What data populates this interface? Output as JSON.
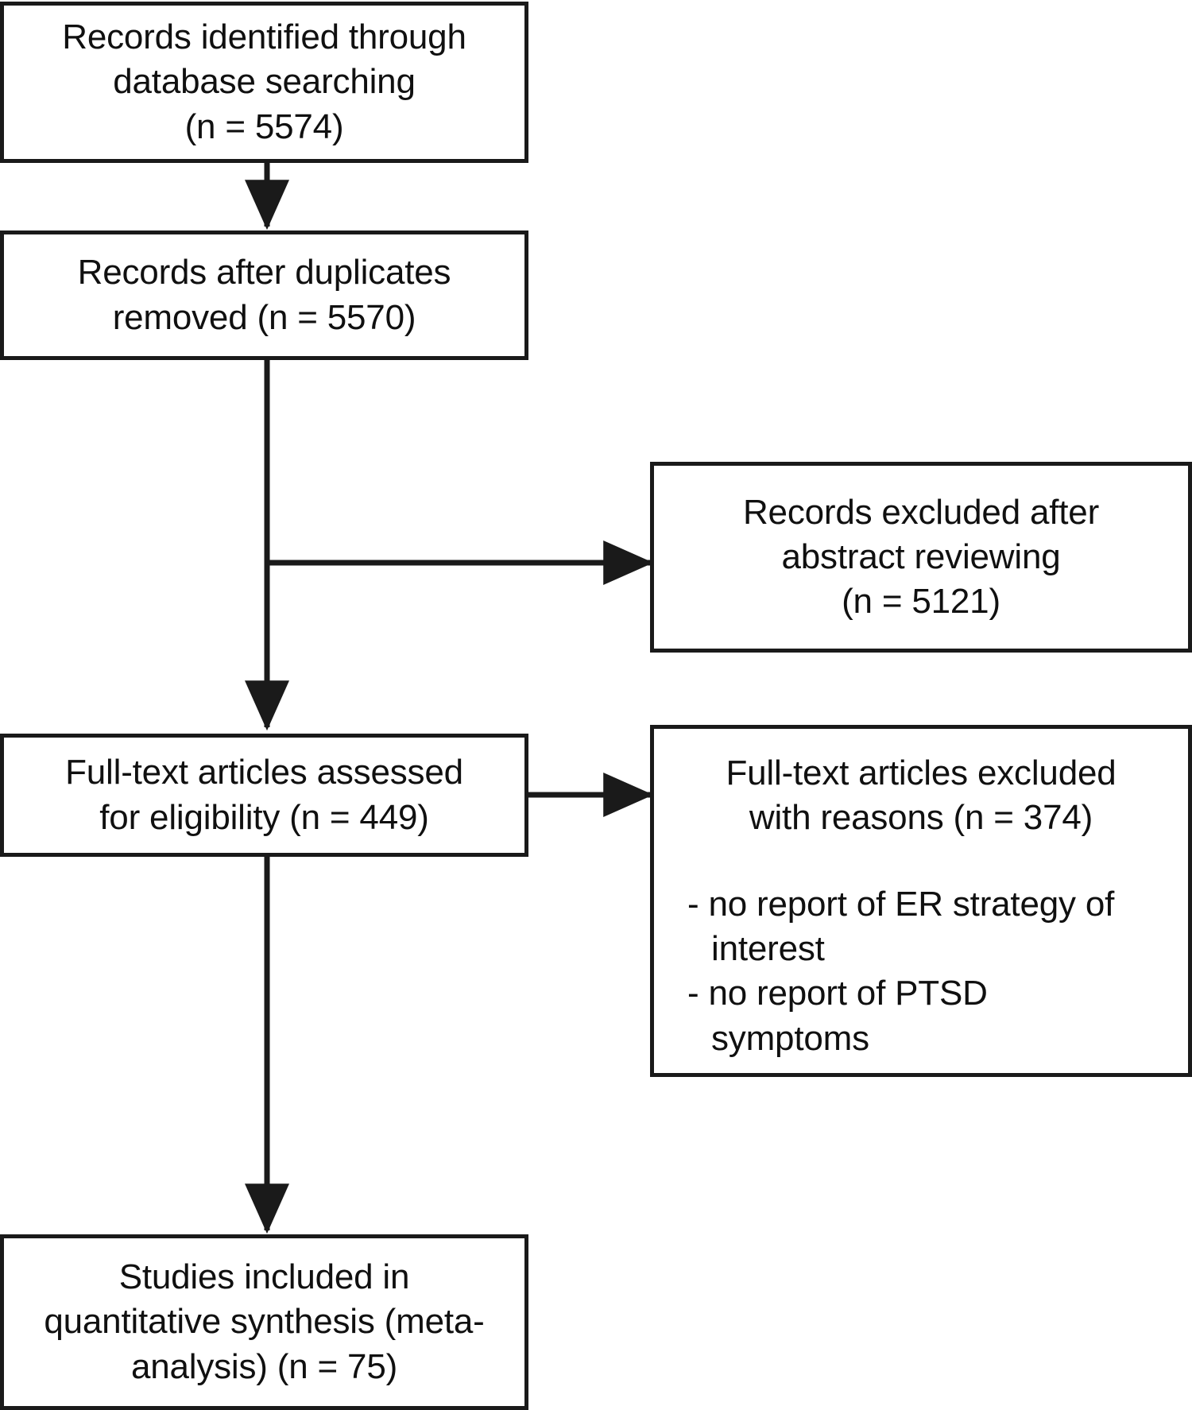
{
  "diagram": {
    "type": "prisma-flow-diagram",
    "colors": {
      "stroke": "#1a1a1a",
      "text": "#101010",
      "background": "#ffffff"
    },
    "nodes": {
      "identified": {
        "id": "records-identified",
        "lines": [
          "Records identified through",
          "database searching",
          "(n = 5574)"
        ],
        "count": 5574
      },
      "after_duplicates": {
        "id": "records-after-duplicates",
        "lines": [
          "Records after duplicates",
          "removed (n = 5570)"
        ],
        "count": 5570
      },
      "excluded_abstract": {
        "id": "records-excluded-abstract",
        "lines": [
          "Records excluded after",
          "abstract reviewing",
          "(n = 5121)"
        ],
        "count": 5121
      },
      "eligibility": {
        "id": "full-text-assessed",
        "lines": [
          "Full-text articles assessed",
          "for eligibility (n = 449)"
        ],
        "count": 449
      },
      "excluded_fulltext": {
        "id": "full-text-excluded",
        "heading": [
          "Full-text articles excluded",
          "with reasons (n = 374)"
        ],
        "count": 374,
        "reasons": [
          [
            "- no report of ER strategy of",
            "interest"
          ],
          [
            "- no report of PTSD",
            "symptoms"
          ]
        ]
      },
      "included": {
        "id": "studies-included",
        "lines": [
          "Studies included in",
          "quantitative synthesis (meta-",
          "analysis) (n = 75)"
        ],
        "count": 75
      }
    },
    "edges": [
      {
        "name": "identified-to-duplicates",
        "kind": "arrow-down"
      },
      {
        "name": "duplicates-to-excluded-abstract",
        "kind": "arrow-right"
      },
      {
        "name": "duplicates-to-eligibility",
        "kind": "arrow-down"
      },
      {
        "name": "eligibility-to-excluded-fulltext",
        "kind": "arrow-right"
      },
      {
        "name": "eligibility-to-included",
        "kind": "arrow-down"
      }
    ]
  }
}
